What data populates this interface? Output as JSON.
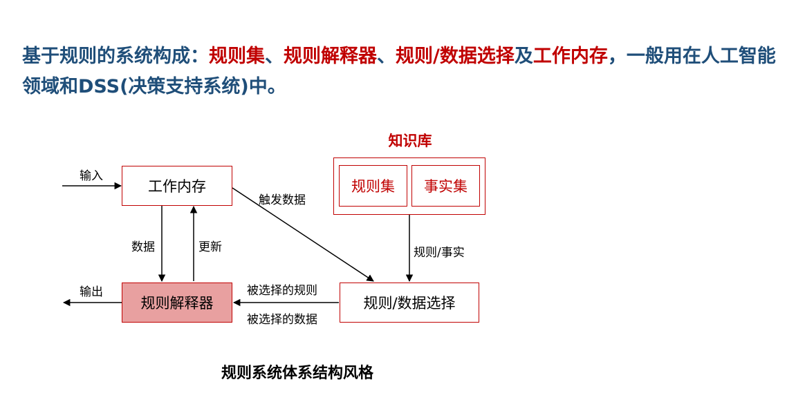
{
  "intro": {
    "p1": "基于规则的系统构成：",
    "p2": "规则集",
    "p3": "、",
    "p4": "规则解释器",
    "p5": "、",
    "p6": "规则/数据选择",
    "p7": "及",
    "p8": "工作内存",
    "p9": "，一般用在人工智能领域和DSS(决策支持系统)中。"
  },
  "diagram": {
    "knowledge_base_title": "知识库",
    "rule_set": "规则集",
    "fact_set": "事实集",
    "working_memory": "工作内存",
    "interpreter": "规则解释器",
    "selector": "规则/数据选择",
    "labels": {
      "input": "输入",
      "output": "输出",
      "data": "数据",
      "update": "更新",
      "trigger_data": "触发数据",
      "rules_facts": "规则/事实",
      "selected_rules": "被选择的规则",
      "selected_data": "被选择的数据"
    },
    "colors": {
      "accent_red": "#c00000",
      "title_blue": "#1f4e79",
      "interpreter_fill": "#e8a0a0"
    }
  },
  "caption": "规则系统体系结构风格"
}
